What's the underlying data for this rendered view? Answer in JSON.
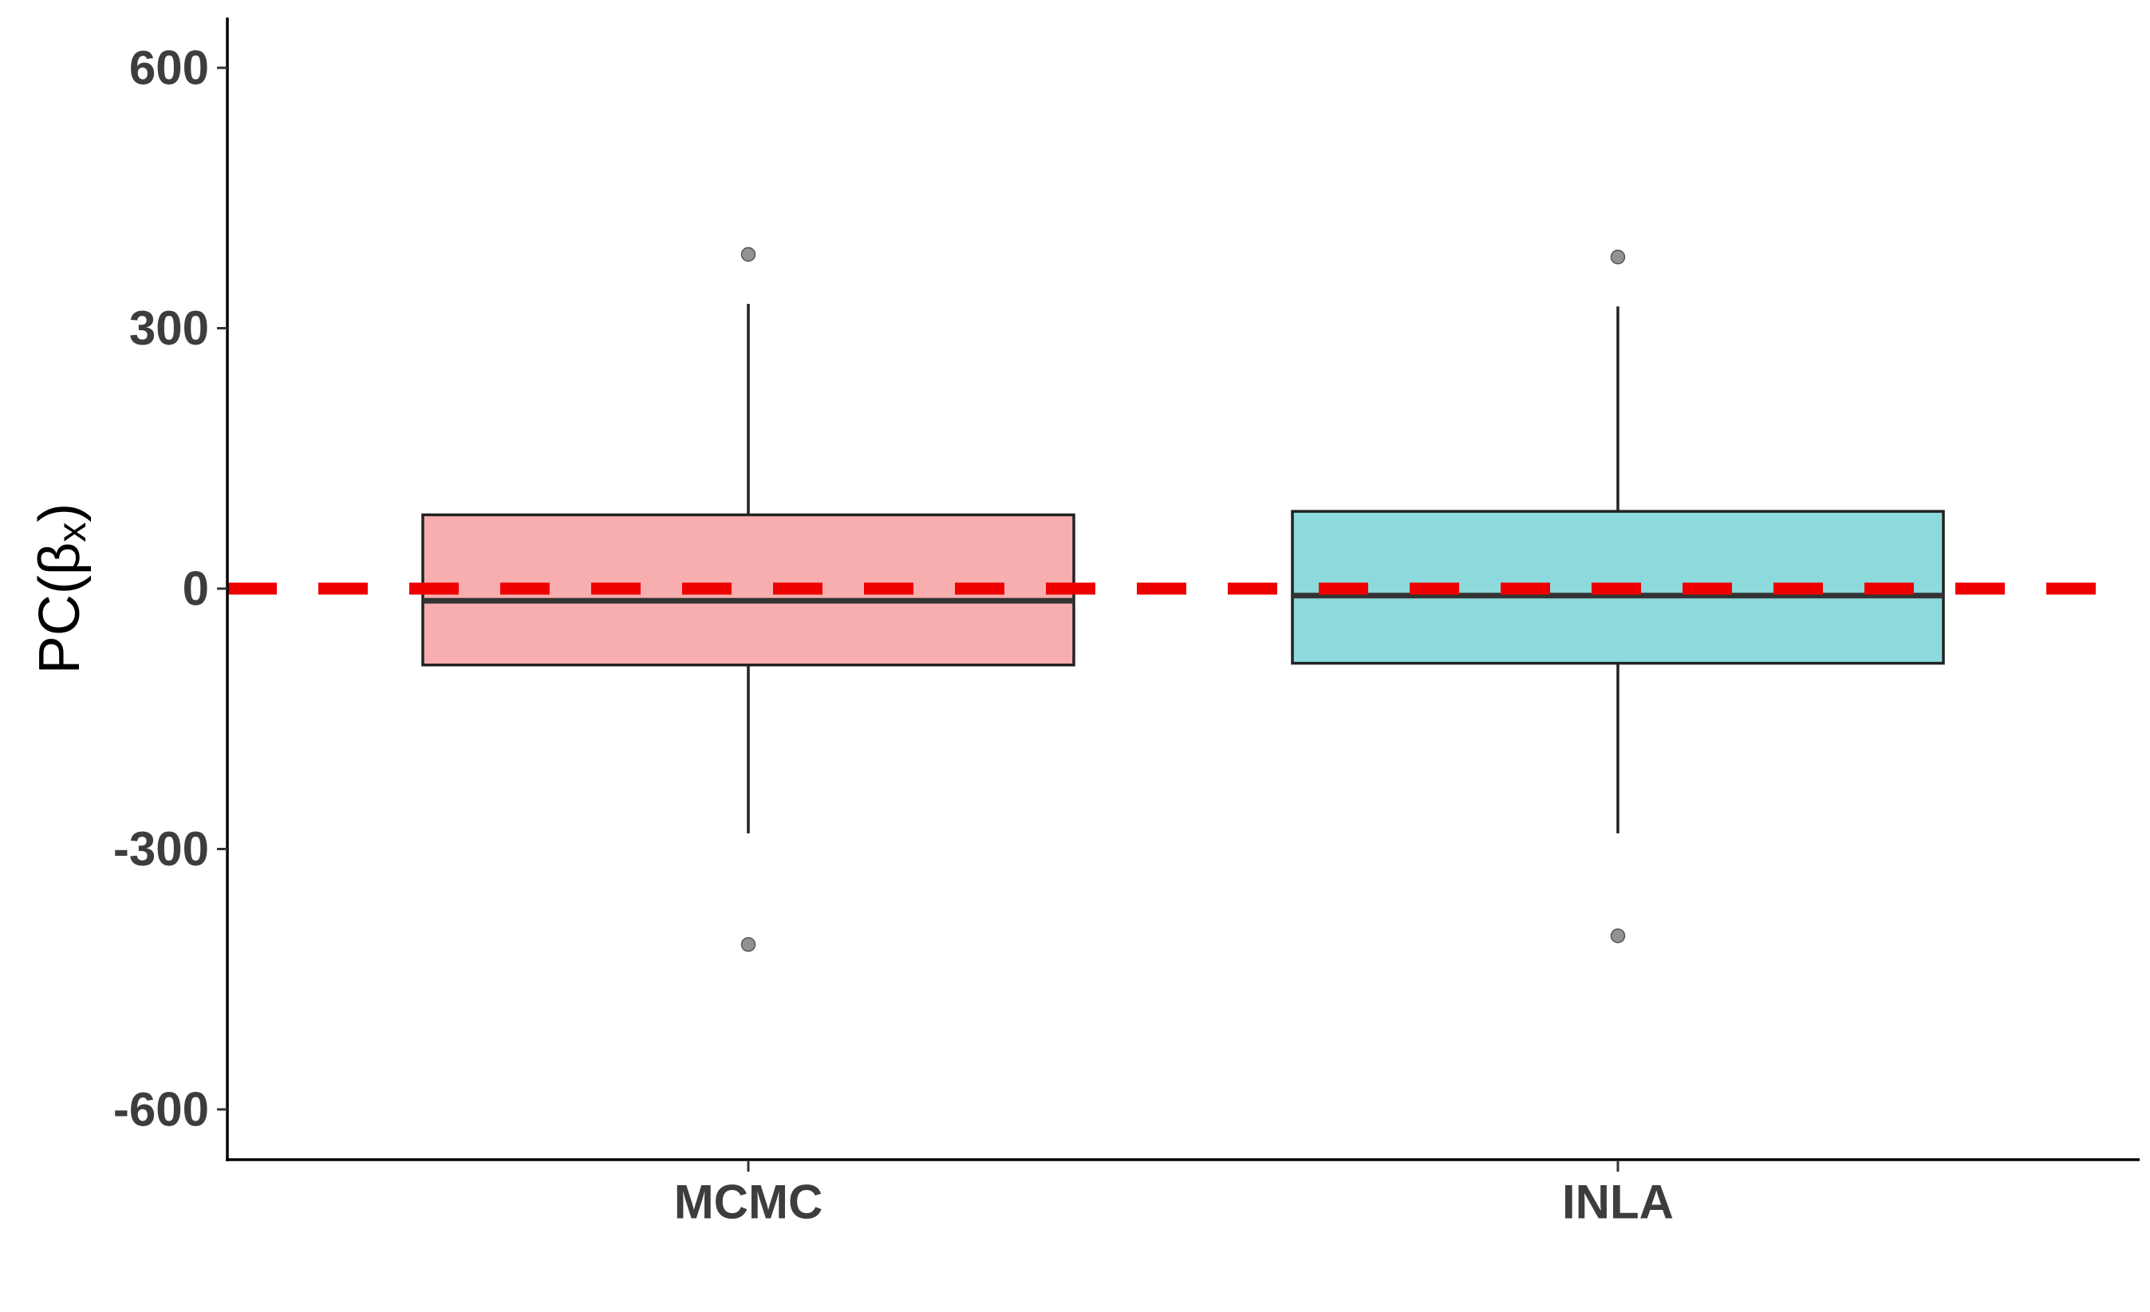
{
  "chart_data": {
    "type": "boxplot",
    "title": "",
    "xlabel": "",
    "ylabel": "PC(βx)",
    "ylabel_base": "PC(β",
    "ylabel_subscript": "x",
    "ylabel_close": ")",
    "ylim": [
      -660,
      660
    ],
    "yticks": [
      -600,
      -300,
      0,
      300,
      600
    ],
    "ytick_labels": [
      "-600",
      "-300",
      "0",
      "300",
      "600"
    ],
    "categories": [
      "MCMC",
      "INLA"
    ],
    "grid": false,
    "legend": "none",
    "reference_line": {
      "y": 0,
      "style": "dashed",
      "color": "#ee0000"
    },
    "boxes": [
      {
        "category": "MCMC",
        "whisker_low": -282,
        "q1": -88,
        "median": -14,
        "q3": 85,
        "whisker_high": 328,
        "outliers": [
          385,
          -410
        ],
        "fill": "#f8aeae"
      },
      {
        "category": "INLA",
        "whisker_low": -282,
        "q1": -86,
        "median": -8,
        "q3": 89,
        "whisker_high": 325,
        "outliers": [
          382,
          -400
        ],
        "fill": "#8cdadb"
      }
    ]
  }
}
